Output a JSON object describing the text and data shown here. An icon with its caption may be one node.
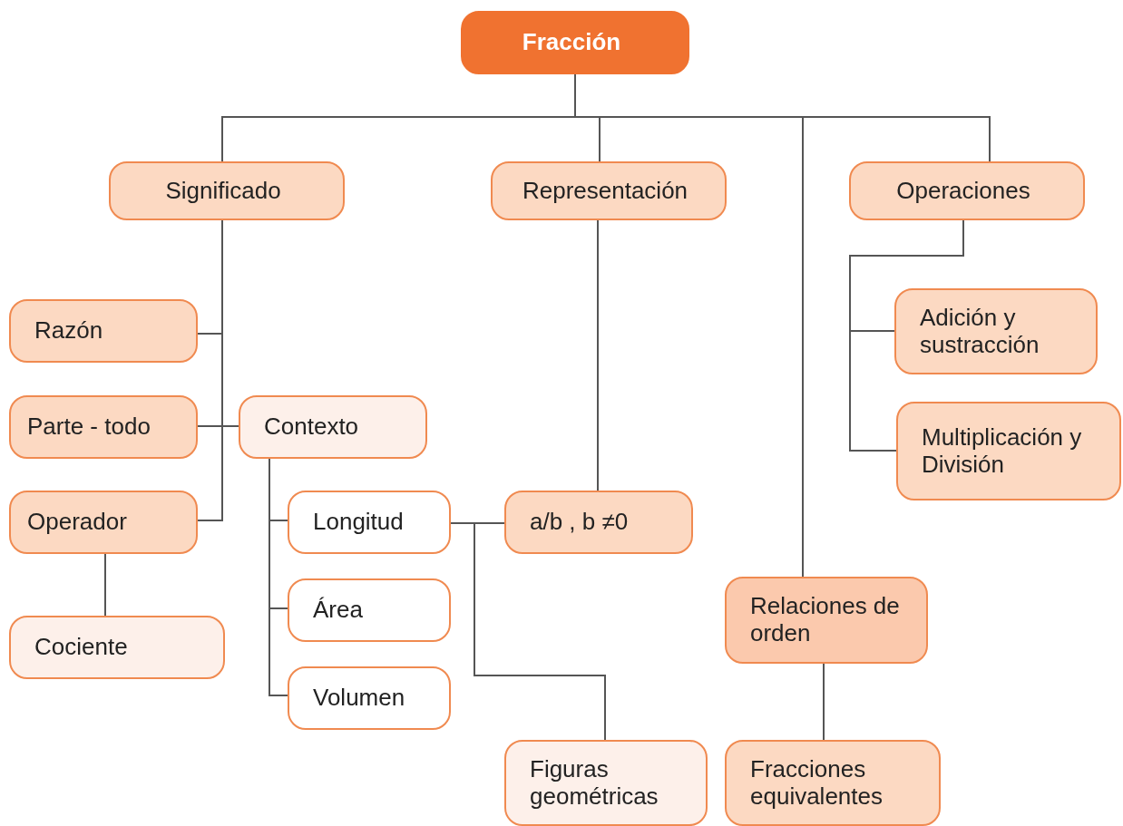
{
  "diagram": {
    "nodes": [
      {
        "text": [
          "Fracción"
        ]
      },
      {
        "text": [
          "Significado"
        ]
      },
      {
        "text": [
          "Representación"
        ]
      },
      {
        "text": [
          "Operaciones"
        ]
      },
      {
        "text": [
          "Razón"
        ]
      },
      {
        "text": [
          "Parte -  todo"
        ]
      },
      {
        "text": [
          "Operador"
        ]
      },
      {
        "text": [
          "Cociente"
        ]
      },
      {
        "text": [
          "Contexto"
        ]
      },
      {
        "text": [
          "Longitud"
        ]
      },
      {
        "text": [
          "Área"
        ]
      },
      {
        "text": [
          "Volumen"
        ]
      },
      {
        "text": [
          "a/b , b ≠0"
        ]
      },
      {
        "text": [
          "Adición y sustracción"
        ]
      },
      {
        "text": [
          "Multiplicación y División"
        ]
      },
      {
        "text": [
          "Relaciones de orden"
        ]
      },
      {
        "text": [
          "Figuras geométricas"
        ]
      },
      {
        "text": [
          "Fracciones equivalentes"
        ]
      }
    ],
    "edges": [
      {
        "from": 0,
        "to": 1,
        "arrow": "none"
      },
      {
        "from": 0,
        "to": 2,
        "arrow": "none"
      },
      {
        "from": 0,
        "to": 15,
        "arrow": "none"
      },
      {
        "from": 0,
        "to": 3,
        "arrow": "none"
      },
      {
        "from": 1,
        "to": 4,
        "arrow": "none"
      },
      {
        "from": 1,
        "to": 5,
        "arrow": "none"
      },
      {
        "from": 1,
        "to": 6,
        "arrow": "none"
      },
      {
        "from": 5,
        "to": 8,
        "arrow": "none"
      },
      {
        "from": 6,
        "to": 7,
        "arrow": "none"
      },
      {
        "from": 8,
        "to": 9,
        "arrow": "none"
      },
      {
        "from": 8,
        "to": 10,
        "arrow": "none"
      },
      {
        "from": 8,
        "to": 11,
        "arrow": "none"
      },
      {
        "from": 9,
        "to": 12,
        "arrow": "none"
      },
      {
        "from": 9,
        "to": 16,
        "arrow": "none"
      },
      {
        "from": 2,
        "to": 12,
        "arrow": "none"
      },
      {
        "from": 3,
        "to": 13,
        "arrow": "none"
      },
      {
        "from": 3,
        "to": 14,
        "arrow": "none"
      },
      {
        "from": 15,
        "to": 17,
        "arrow": "none"
      }
    ]
  }
}
